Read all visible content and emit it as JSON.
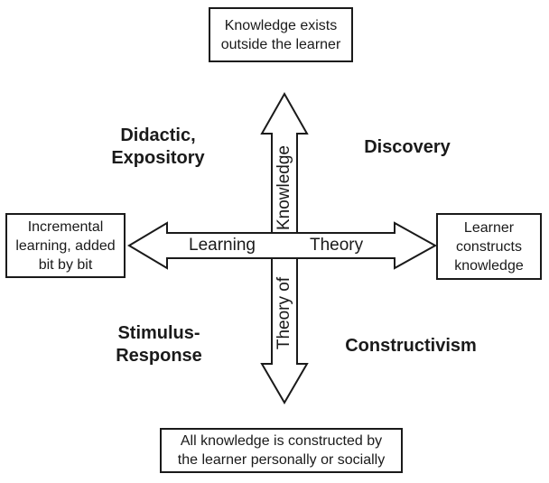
{
  "boxes": {
    "top": [
      "Knowledge exists",
      "outside the learner"
    ],
    "bottom": [
      "All knowledge is constructed by",
      "the learner personally or socially"
    ],
    "left": [
      "Incremental",
      "learning, added",
      "bit by bit"
    ],
    "right": [
      "Learner",
      "constructs",
      "knowledge"
    ]
  },
  "quadrants": {
    "top_left": [
      "Didactic,",
      "Expository"
    ],
    "top_right": [
      "Discovery"
    ],
    "bottom_left": [
      "Stimulus-",
      "Response"
    ],
    "bottom_right": [
      "Constructivism"
    ]
  },
  "axes": {
    "horizontal_left": "Learning",
    "horizontal_right": "Theory",
    "vertical_top": "Knowledge",
    "vertical_bottom": "Theory of"
  }
}
